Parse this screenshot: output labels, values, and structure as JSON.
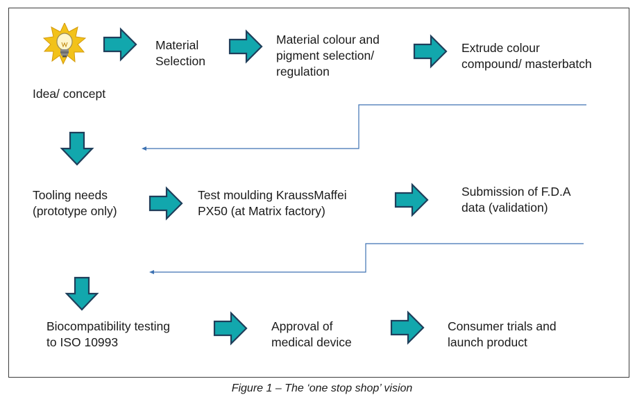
{
  "caption": "Figure 1 – The ‘one stop shop’ vision",
  "rows": [
    {
      "steps": [
        {
          "id": "idea",
          "lines": [
            "Idea/ concept"
          ]
        },
        {
          "id": "material",
          "lines": [
            "Material",
            "Selection"
          ]
        },
        {
          "id": "colour",
          "lines": [
            "Material colour and",
            "pigment selection/",
            "regulation"
          ]
        },
        {
          "id": "extrude",
          "lines": [
            "Extrude colour",
            "compound/ masterbatch"
          ]
        }
      ]
    },
    {
      "steps": [
        {
          "id": "tooling",
          "lines": [
            "Tooling needs",
            "(prototype only)"
          ]
        },
        {
          "id": "test",
          "lines": [
            "Test moulding KraussMaffei",
            "PX50 (at Matrix factory)"
          ]
        },
        {
          "id": "fda",
          "lines": [
            "Submission of F.D.A",
            "data (validation)"
          ]
        }
      ]
    },
    {
      "steps": [
        {
          "id": "bio",
          "lines": [
            "Biocompatibility testing",
            "to ISO 10993"
          ]
        },
        {
          "id": "approval",
          "lines": [
            "Approval of",
            "medical device"
          ]
        },
        {
          "id": "consumer",
          "lines": [
            "Consumer trials and",
            "launch product"
          ]
        }
      ]
    }
  ],
  "colors": {
    "arrow_fill": "#12a7ad",
    "arrow_outline": "#1f3e5a",
    "connector": "#3d72b2",
    "bulb": "#f5c518"
  },
  "icons": {
    "idea": "lightbulb-icon"
  }
}
